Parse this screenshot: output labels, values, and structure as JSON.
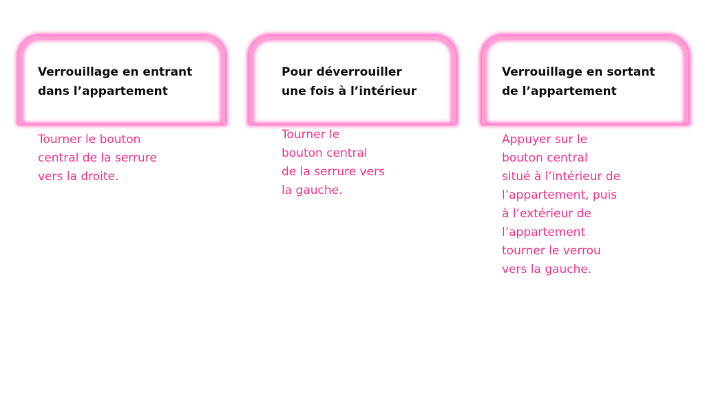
{
  "columns": [
    {
      "title": "Verrouillage en entrant\ndans l’appartement",
      "text": "Tourner le bouton\ncentral de la serrure\nvers la droite."
    },
    {
      "title": "Pour déverrouiller\nune fois à l’intérieur",
      "text": "Tourner le\nbouton central\nde la serrure vers\nla gauche."
    },
    {
      "title": "Verrouillage en sortant\nde l’appartement",
      "text": "Appuyer sur le\nbouton central\nsitué à l’intérieur de\nl’appartement, puis\nà l’extérieur de\nl’appartement\ntourner le verrou\nvers la gauche."
    }
  ],
  "colors": {
    "neon": "#ff9ed2",
    "glow": "#ff28aa",
    "body_text": "#f03a92",
    "title_text": "#111111"
  }
}
